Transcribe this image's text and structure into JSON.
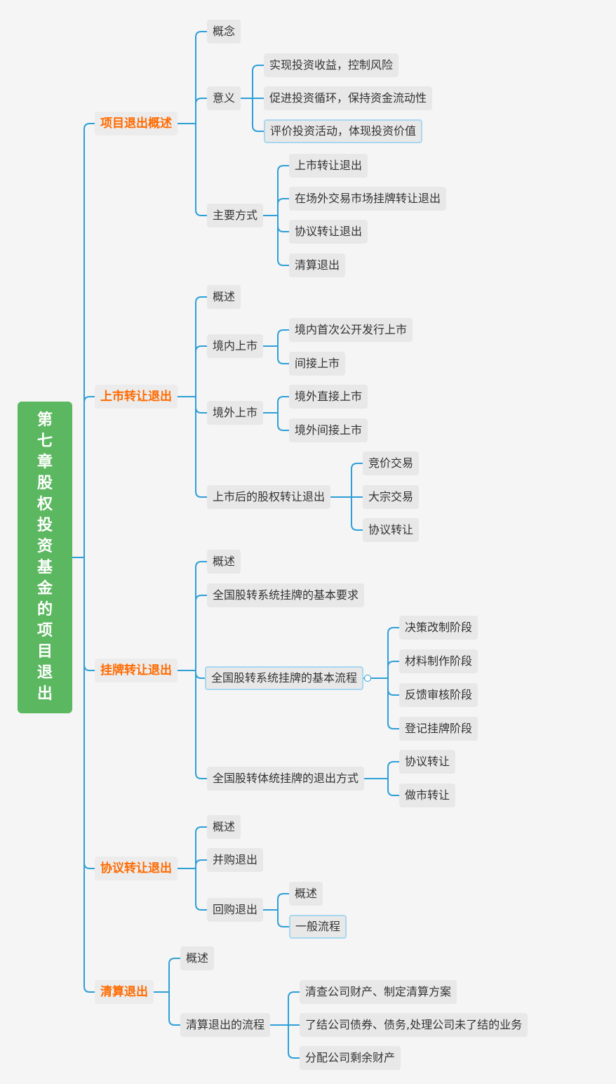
{
  "colors": {
    "background": "#f5f5f5",
    "root_fill": "#5cb860",
    "root_text": "#ffffff",
    "connector": "#2e9fd8",
    "section_text": "#ff6a00",
    "node_fill": "#e8e8e8",
    "node_text": "#333333",
    "selected_border": "#a8d8f0"
  },
  "root": {
    "label": "第七章股权投资基金的项目退出"
  },
  "sections": [
    {
      "label": "项目退出概述",
      "children": [
        {
          "label": "概念"
        },
        {
          "label": "意义",
          "children": [
            {
              "label": "实现投资收益，控制风险"
            },
            {
              "label": "促进投资循环，保持资金流动性"
            },
            {
              "label": "评价投资活动，体现投资价值",
              "selected": true
            }
          ]
        },
        {
          "label": "主要方式",
          "children": [
            {
              "label": "上市转让退出"
            },
            {
              "label": "在场外交易市场挂牌转让退出"
            },
            {
              "label": "协议转让退出"
            },
            {
              "label": "清算退出"
            }
          ]
        }
      ]
    },
    {
      "label": "上市转让退出",
      "children": [
        {
          "label": "概述"
        },
        {
          "label": "境内上市",
          "children": [
            {
              "label": "境内首次公开发行上市"
            },
            {
              "label": "间接上市"
            }
          ]
        },
        {
          "label": "境外上市",
          "children": [
            {
              "label": "境外直接上市"
            },
            {
              "label": "境外间接上市"
            }
          ]
        },
        {
          "label": "上市后的股权转让退出",
          "children": [
            {
              "label": "竞价交易"
            },
            {
              "label": "大宗交易"
            },
            {
              "label": "协议转让"
            }
          ]
        }
      ]
    },
    {
      "label": "挂牌转让退出",
      "children": [
        {
          "label": "概述"
        },
        {
          "label": "全国股转系统挂牌的基本要求"
        },
        {
          "label": "全国股转系统挂牌的基本流程",
          "selected": true,
          "children": [
            {
              "label": "决策改制阶段"
            },
            {
              "label": "材料制作阶段"
            },
            {
              "label": "反馈审核阶段"
            },
            {
              "label": "登记挂牌阶段"
            }
          ]
        },
        {
          "label": "全国股转体统挂牌的退出方式",
          "children": [
            {
              "label": "协议转让"
            },
            {
              "label": "做市转让"
            }
          ]
        }
      ]
    },
    {
      "label": "协议转让退出",
      "children": [
        {
          "label": "概述"
        },
        {
          "label": "并购退出"
        },
        {
          "label": "回购退出",
          "children": [
            {
              "label": "概述"
            },
            {
              "label": "一般流程",
              "selected": true
            }
          ]
        }
      ]
    },
    {
      "label": "清算退出",
      "children": [
        {
          "label": "概述"
        },
        {
          "label": "清算退出的流程",
          "children": [
            {
              "label": "清查公司财产、制定清算方案"
            },
            {
              "label": "了结公司债券、债务,处理公司未了结的业务"
            },
            {
              "label": "分配公司剩余财产"
            }
          ]
        }
      ]
    }
  ]
}
